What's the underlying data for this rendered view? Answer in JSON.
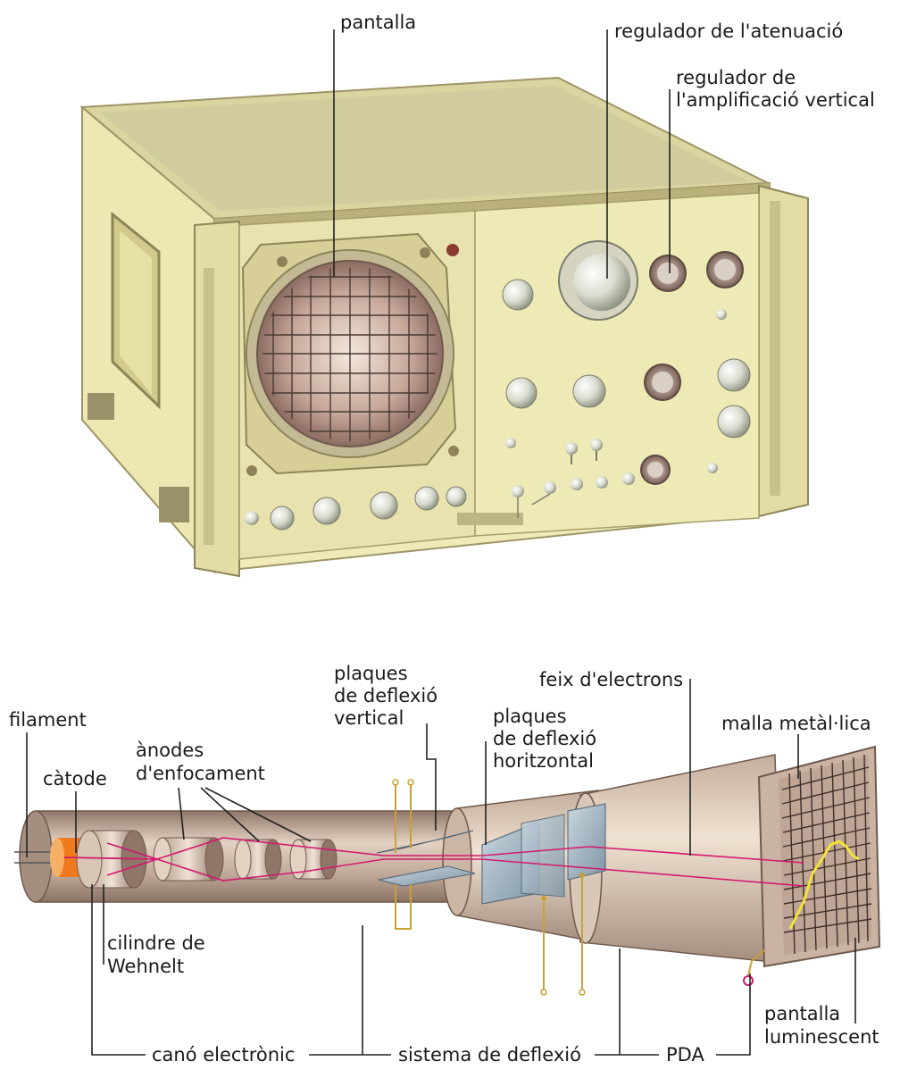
{
  "colors": {
    "cabinet": "#ece8b4",
    "cabinet_shadow": "#cfc88e",
    "cabinet_dark": "#b8b078",
    "screen_tint": "#8c6a5e",
    "tube": "#9c8376",
    "tube_light": "#d8c6b6",
    "beam": "#d4186e",
    "trace": "#f2e33a",
    "wire": "#c9a230",
    "cathode": "#f07a1e"
  },
  "labels": {
    "pantalla": "pantalla",
    "atenuacio": "regulador de l'atenuació",
    "amplificacio_1": "regulador de",
    "amplificacio_2": "l'amplificació vertical",
    "filament": "filament",
    "catode": "càtode",
    "anodes_1": "ànodes",
    "anodes_2": "d'enfocament",
    "plaques_v_1": "plaques",
    "plaques_v_2": "de deflexió",
    "plaques_v_3": "vertical",
    "plaques_h_1": "plaques",
    "plaques_h_2": "de deflexió",
    "plaques_h_3": "horitzontal",
    "feix": "feix d'electrons",
    "malla": "malla metàl·lica",
    "wehnelt_1": "cilindre de",
    "wehnelt_2": "Wehnelt",
    "cano": "canó electrònic",
    "sistema": "sistema de deflexió",
    "pda": "PDA",
    "lumin_1": "pantalla",
    "lumin_2": "luminescent"
  }
}
